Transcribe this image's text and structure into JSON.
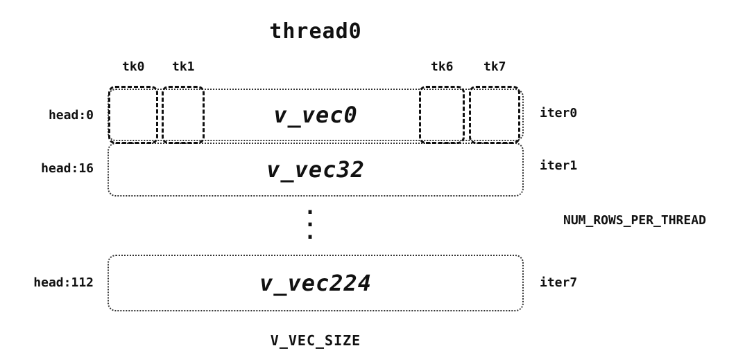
{
  "title": "thread0",
  "tk_labels": [
    "tk0",
    "tk1",
    "tk6",
    "tk7"
  ],
  "rows": [
    {
      "head": "head:0",
      "vec": "v_vec0",
      "iter": "iter0"
    },
    {
      "head": "head:16",
      "vec": "v_vec32",
      "iter": "iter1"
    },
    {
      "head": "head:112",
      "vec": "v_vec224",
      "iter": "iter7"
    }
  ],
  "ellipsis_dots": [
    ".",
    ".",
    "."
  ],
  "annotations": {
    "num_rows": "NUM_ROWS_PER_THREAD",
    "v_vec_size": "V_VEC_SIZE"
  }
}
